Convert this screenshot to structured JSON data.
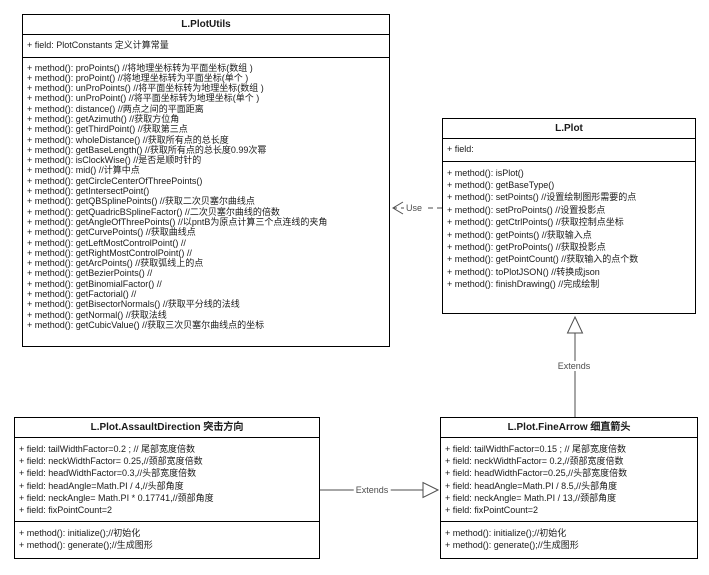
{
  "diagram": {
    "plotutils": {
      "title": "L.PlotUtils",
      "fields": [
        "+ field: PlotConstants 定义计算常量"
      ],
      "methods": [
        "+ method(): proPoints() //将地理坐标转为平面坐标(数组 )",
        "+ method(): proPoint() //将地理坐标转为平面坐标(单个 )",
        "+ method(): unProPoints() //将平面坐标转为地理坐标(数组 )",
        "+ method(): unProPoint() //将平面坐标转为地理坐标(单个 )",
        "+ method(): distance() //两点之间的平面距离",
        "+ method(): getAzimuth() //获取方位角",
        "+ method(): getThirdPoint() //获取第三点",
        "+ method(): wholeDistance() //获取所有点的总长度",
        "+ method(): getBaseLength() //获取所有点的总长度0.99次幂",
        "+ method(): isClockWise() //是否是顺时针的",
        "+ method(): mid() //计算中点",
        "+ method(): getCircleCenterOfThreePoints()",
        "+ method(): getIntersectPoint()",
        "+ method(): getQBSplinePoints() //获取二次贝塞尔曲线点",
        "+ method(): getQuadricBSplineFactor() //二次贝塞尔曲线的倍数",
        "+ method(): getAngleOfThreePoints() //以pntB为原点计算三个点连线的夹角",
        "+ method(): getCurvePoints() //获取曲线点",
        "+ method(): getLeftMostControlPoint() //",
        "+ method(): getRightMostControlPoint() //",
        "+ method(): getArcPoints() //获取弧线上的点",
        "+ method(): getBezierPoints() //",
        "+ method(): getBinomialFactor() //",
        "+ method(): getFactorial() //",
        "+ method(): getBisectorNormals() //获取平分线的法线",
        "+ method(): getNormal() //获取法线",
        "+ method(): getCubicValue() //获取三次贝塞尔曲线点的坐标"
      ]
    },
    "plot": {
      "title": "L.Plot",
      "fields": [
        "+ field:"
      ],
      "methods": [
        "+ method(): isPlot()",
        "+ method(): getBaseType()",
        "+ method(): setPoints() //设置绘制图形需要的点",
        "+ method(): setProPoints() //设置投影点",
        "+ method(): getCtrlPoints() //获取控制点坐标",
        "+ method(): getPoints() //获取输入点",
        "+ method(): getProPoints() //获取投影点",
        "+ method(): getPointCount() //获取输入的点个数",
        "+ method(): toPlotJSON() //转换成json",
        "+ method(): finishDrawing() //完成绘制"
      ]
    },
    "assault_direction": {
      "title": "L.Plot.AssaultDirection 突击方向",
      "fields": [
        "+ field: tailWidthFactor=0.2 ; // 尾部宽度倍数",
        "+ field: neckWidthFactor= 0.25,//颈部宽度倍数",
        "+ field: headWidthFactor=0.3,//头部宽度倍数",
        "+ field: headAngle=Math.PI / 4,//头部角度",
        "+ field: neckAngle= Math.PI * 0.17741,//颈部角度",
        "+ field: fixPointCount=2"
      ],
      "methods": [
        "+ method(): initialize();//初始化",
        "+ method(): generate();//生成图形"
      ]
    },
    "fine_arrow": {
      "title": "L.Plot.FineArrow 细直箭头",
      "fields": [
        "+ field: tailWidthFactor=0.15 ; // 尾部宽度倍数",
        "+ field: neckWidthFactor= 0.2,//颈部宽度倍数",
        "+ field: headWidthFactor=0.25,//头部宽度倍数",
        "+ field: headAngle=Math.PI / 8.5,//头部角度",
        "+ field: neckAngle= Math.PI / 13,//颈部角度",
        "+ field: fixPointCount=2"
      ],
      "methods": [
        "+ method(): initialize();//初始化",
        "+ method(): generate();//生成图形"
      ]
    },
    "connectors": {
      "use_label": "Use",
      "extends_plot_label": "Extends",
      "extends_finearrow_label": "Extends"
    }
  }
}
